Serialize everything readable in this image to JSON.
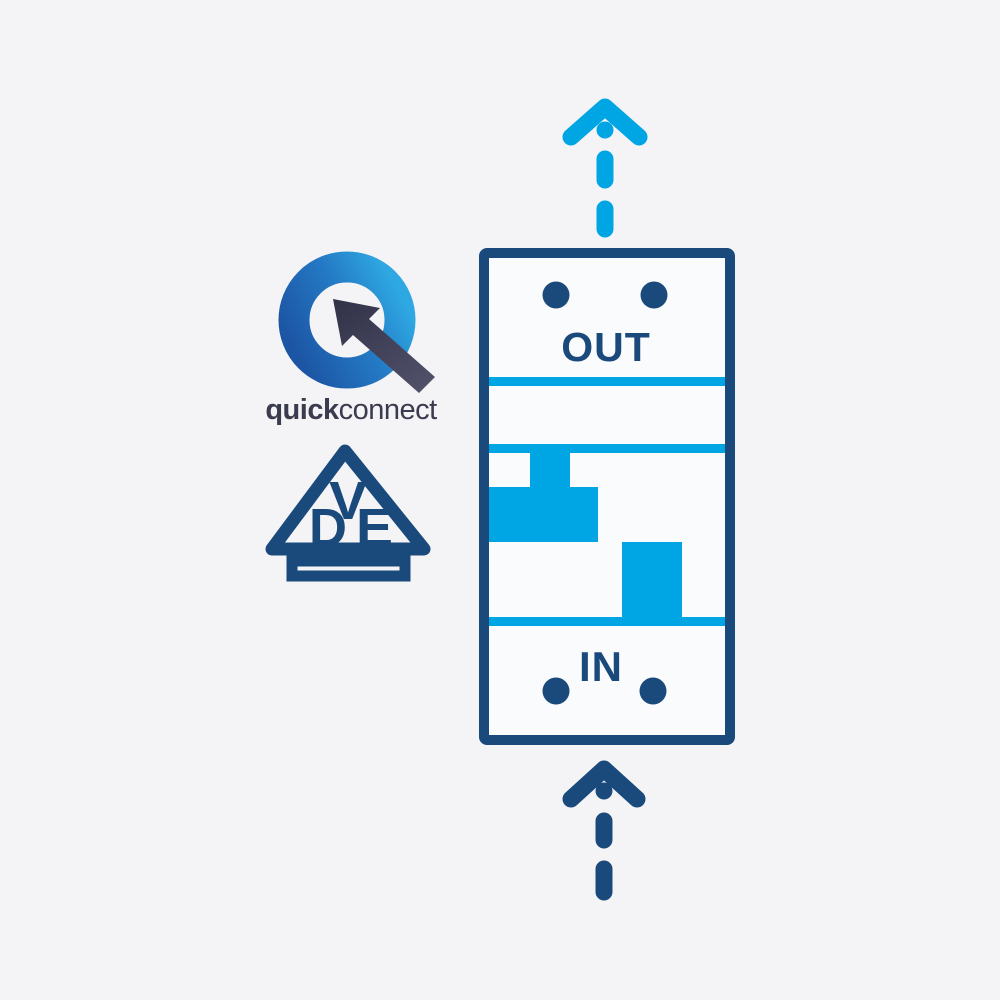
{
  "colors": {
    "background": "#F4F4F6",
    "navy": "#1A4A7B",
    "cyan": "#00A6E4",
    "logo_text": "#3B3B4F",
    "q_ring_gradient_start": "#1C55A4",
    "q_ring_gradient_end": "#2EA8E2",
    "q_arrow_gradient_start": "#33334A",
    "q_arrow_gradient_end": "#52526B"
  },
  "logos": {
    "quickconnect": {
      "label_bold": "quick",
      "label_regular": "connect"
    },
    "vde": {
      "letter_top": "V",
      "letter_left": "D",
      "letter_right": "E"
    }
  },
  "diagram": {
    "out_label": "OUT",
    "in_label": "IN"
  }
}
